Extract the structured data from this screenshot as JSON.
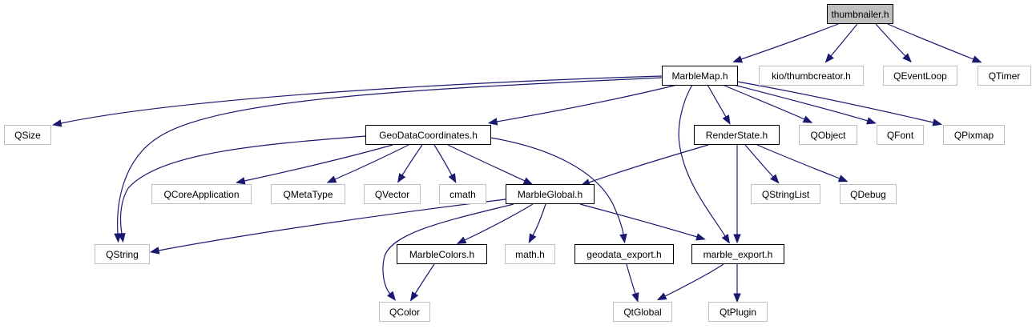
{
  "graph": {
    "title": "Include dependency graph for thumbnailer.h",
    "edge_color": "#191970",
    "nodes": [
      {
        "id": "thumbnailer",
        "label": "thumbnailer.h",
        "kind": "root"
      },
      {
        "id": "marblemap",
        "label": "MarbleMap.h",
        "kind": "local"
      },
      {
        "id": "kio",
        "label": "kio/thumbcreator.h",
        "kind": "external"
      },
      {
        "id": "qeventloop",
        "label": "QEventLoop",
        "kind": "external"
      },
      {
        "id": "qtimer",
        "label": "QTimer",
        "kind": "external"
      },
      {
        "id": "qsize",
        "label": "QSize",
        "kind": "external"
      },
      {
        "id": "geodatacoords",
        "label": "GeoDataCoordinates.h",
        "kind": "local"
      },
      {
        "id": "renderstate",
        "label": "RenderState.h",
        "kind": "local"
      },
      {
        "id": "qobject",
        "label": "QObject",
        "kind": "external"
      },
      {
        "id": "qfont",
        "label": "QFont",
        "kind": "external"
      },
      {
        "id": "qpixmap",
        "label": "QPixmap",
        "kind": "external"
      },
      {
        "id": "qcoreapp",
        "label": "QCoreApplication",
        "kind": "external"
      },
      {
        "id": "qmetatype",
        "label": "QMetaType",
        "kind": "external"
      },
      {
        "id": "qvector",
        "label": "QVector",
        "kind": "external"
      },
      {
        "id": "cmath",
        "label": "cmath",
        "kind": "external"
      },
      {
        "id": "marbleglobal",
        "label": "MarbleGlobal.h",
        "kind": "local"
      },
      {
        "id": "qstringlist",
        "label": "QStringList",
        "kind": "external"
      },
      {
        "id": "qdebug",
        "label": "QDebug",
        "kind": "external"
      },
      {
        "id": "qstring",
        "label": "QString",
        "kind": "external"
      },
      {
        "id": "marblecolors",
        "label": "MarbleColors.h",
        "kind": "local"
      },
      {
        "id": "mathh",
        "label": "math.h",
        "kind": "external"
      },
      {
        "id": "geodataexport",
        "label": "geodata_export.h",
        "kind": "local"
      },
      {
        "id": "marbleexport",
        "label": "marble_export.h",
        "kind": "local"
      },
      {
        "id": "qcolor",
        "label": "QColor",
        "kind": "external"
      },
      {
        "id": "qtglobal",
        "label": "QtGlobal",
        "kind": "external"
      },
      {
        "id": "qtplugin",
        "label": "QtPlugin",
        "kind": "external"
      }
    ],
    "edges": [
      {
        "from": "thumbnailer",
        "to": "marblemap"
      },
      {
        "from": "thumbnailer",
        "to": "kio"
      },
      {
        "from": "thumbnailer",
        "to": "qeventloop"
      },
      {
        "from": "thumbnailer",
        "to": "qtimer"
      },
      {
        "from": "marblemap",
        "to": "qsize"
      },
      {
        "from": "marblemap",
        "to": "qstring"
      },
      {
        "from": "marblemap",
        "to": "geodatacoords"
      },
      {
        "from": "marblemap",
        "to": "marbleexport"
      },
      {
        "from": "marblemap",
        "to": "renderstate"
      },
      {
        "from": "marblemap",
        "to": "qobject"
      },
      {
        "from": "marblemap",
        "to": "qfont"
      },
      {
        "from": "marblemap",
        "to": "qpixmap"
      },
      {
        "from": "geodatacoords",
        "to": "qstring"
      },
      {
        "from": "geodatacoords",
        "to": "qcoreapp"
      },
      {
        "from": "geodatacoords",
        "to": "qmetatype"
      },
      {
        "from": "geodatacoords",
        "to": "qvector"
      },
      {
        "from": "geodatacoords",
        "to": "cmath"
      },
      {
        "from": "geodatacoords",
        "to": "marbleglobal"
      },
      {
        "from": "geodatacoords",
        "to": "geodataexport"
      },
      {
        "from": "renderstate",
        "to": "marbleglobal"
      },
      {
        "from": "renderstate",
        "to": "qstringlist"
      },
      {
        "from": "renderstate",
        "to": "qdebug"
      },
      {
        "from": "renderstate",
        "to": "marbleexport"
      },
      {
        "from": "marbleglobal",
        "to": "qstring"
      },
      {
        "from": "marbleglobal",
        "to": "qcolor"
      },
      {
        "from": "marbleglobal",
        "to": "marblecolors"
      },
      {
        "from": "marbleglobal",
        "to": "mathh"
      },
      {
        "from": "marbleglobal",
        "to": "marbleexport"
      },
      {
        "from": "marblecolors",
        "to": "qcolor"
      },
      {
        "from": "geodataexport",
        "to": "qtglobal"
      },
      {
        "from": "marbleexport",
        "to": "qtglobal"
      },
      {
        "from": "marbleexport",
        "to": "qtplugin"
      }
    ]
  }
}
